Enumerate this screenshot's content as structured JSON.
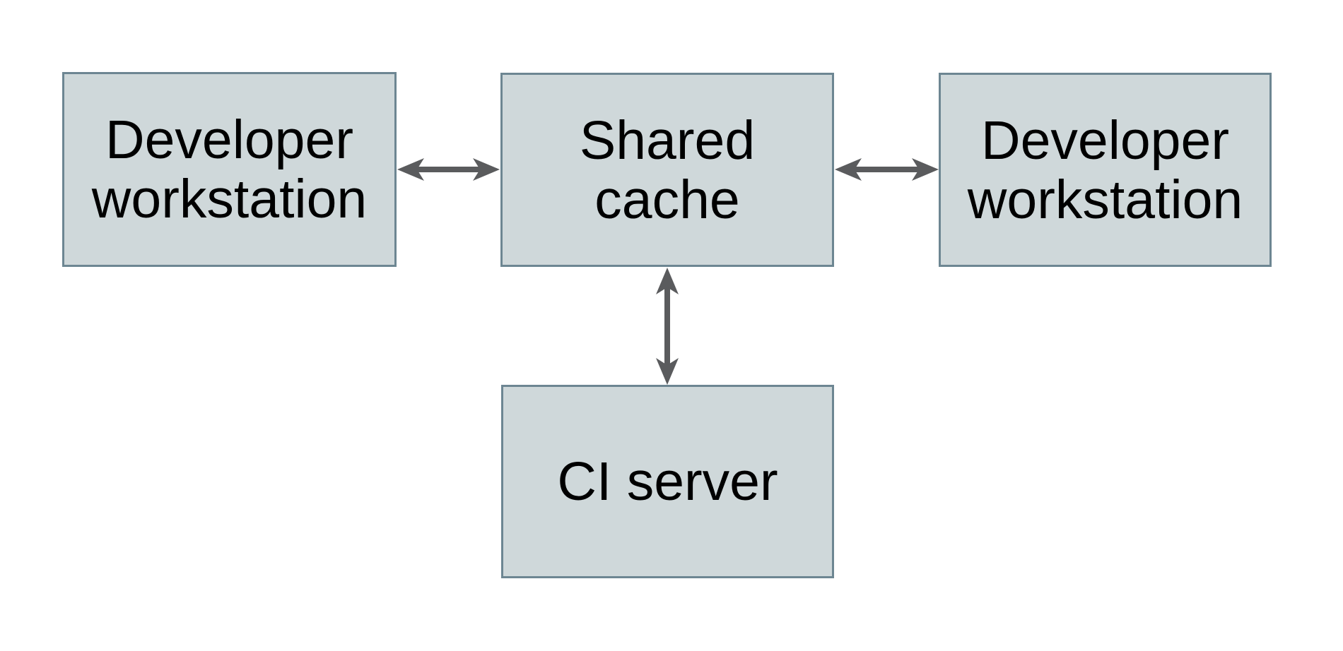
{
  "diagram": {
    "type": "architecture-diagram",
    "nodes": [
      {
        "id": "developer-workstation-left",
        "label": "Developer workstation",
        "lines": [
          "Developer",
          "workstation"
        ]
      },
      {
        "id": "shared-cache",
        "label": "Shared cache",
        "lines": [
          "Shared",
          "cache"
        ]
      },
      {
        "id": "developer-workstation-right",
        "label": "Developer workstation",
        "lines": [
          "Developer",
          "workstation"
        ]
      },
      {
        "id": "ci-server",
        "label": "CI server",
        "lines": [
          "CI server"
        ]
      }
    ],
    "edges": [
      {
        "from": "developer-workstation-left",
        "to": "shared-cache",
        "direction": "bidirectional"
      },
      {
        "from": "shared-cache",
        "to": "developer-workstation-right",
        "direction": "bidirectional"
      },
      {
        "from": "shared-cache",
        "to": "ci-server",
        "direction": "bidirectional"
      }
    ],
    "colors": {
      "node_fill": "#cfd8da",
      "node_border": "#6d8692",
      "arrow": "#5a5b5d",
      "text": "#000000",
      "background": "#ffffff"
    }
  }
}
